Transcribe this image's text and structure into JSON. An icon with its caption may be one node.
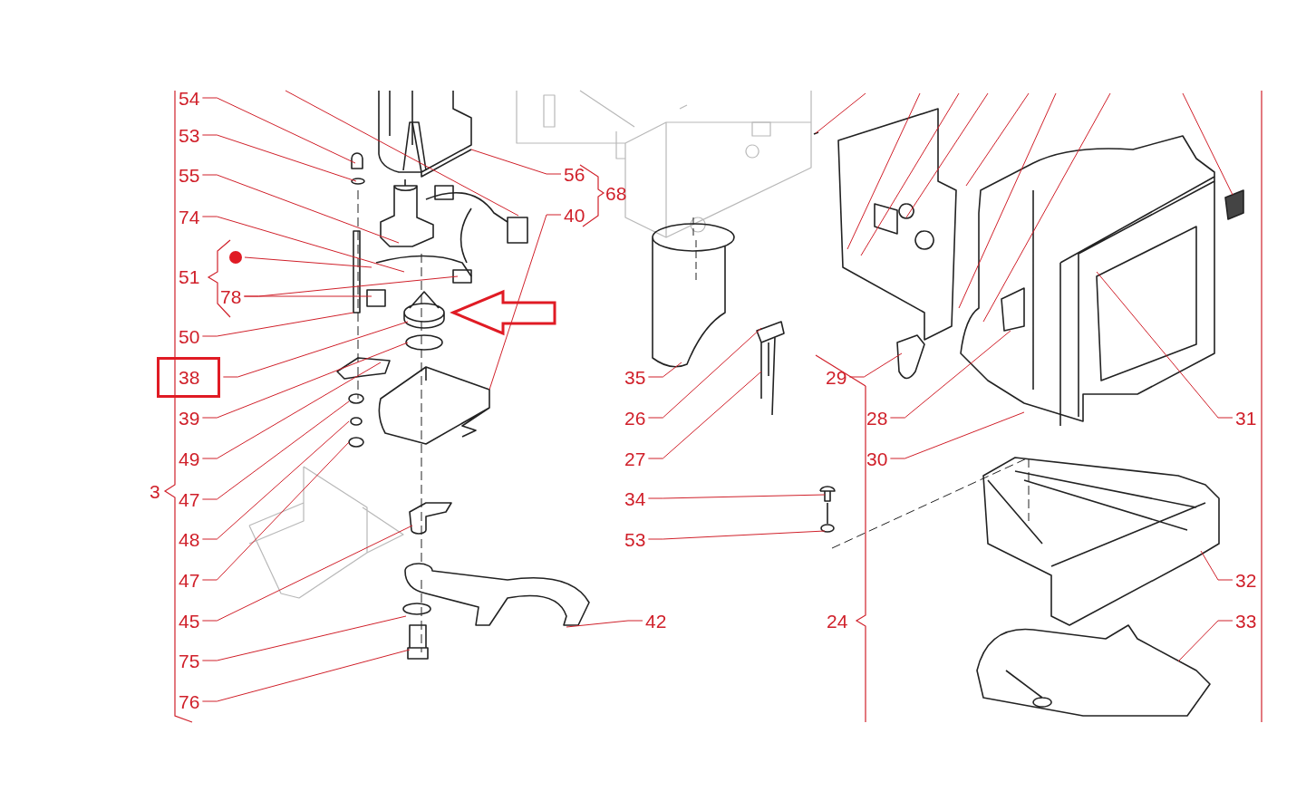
{
  "diagram": {
    "nodes": [
      {
        "text": [
          "54"
        ]
      },
      {
        "text": [
          "53"
        ]
      },
      {
        "text": [
          "55"
        ]
      },
      {
        "text": [
          "74"
        ]
      },
      {
        "text": [],
        "shape": "circle"
      },
      {
        "text": [
          "78"
        ]
      },
      {
        "text": [
          "50"
        ]
      },
      {
        "text": [
          "38"
        ]
      },
      {
        "text": [
          "39"
        ]
      },
      {
        "text": [
          "49"
        ]
      },
      {
        "text": [
          "47"
        ]
      },
      {
        "text": [
          "48"
        ]
      },
      {
        "text": [
          "47"
        ]
      },
      {
        "text": [
          "45"
        ]
      },
      {
        "text": [
          "75"
        ]
      },
      {
        "text": [
          "76"
        ]
      },
      {
        "text": [
          "56"
        ]
      },
      {
        "text": [
          "40"
        ]
      },
      {
        "text": [
          "42"
        ]
      },
      {
        "text": [
          "35"
        ]
      },
      {
        "text": [
          "26"
        ]
      },
      {
        "text": [
          "27"
        ]
      },
      {
        "text": [
          "34"
        ]
      },
      {
        "text": [
          "53"
        ]
      },
      {
        "text": [
          "29"
        ]
      },
      {
        "text": [
          "28"
        ]
      },
      {
        "text": [
          "30"
        ]
      },
      {
        "text": [
          "31"
        ]
      },
      {
        "text": [
          "32"
        ]
      },
      {
        "text": [
          "33"
        ]
      }
    ],
    "edges": [
      {
        "from": 0,
        "to": null,
        "arrow": "none"
      },
      {
        "from": 1,
        "to": null,
        "arrow": "none"
      },
      {
        "from": 2,
        "to": null,
        "arrow": "none"
      },
      {
        "from": 3,
        "to": null,
        "arrow": "none"
      },
      {
        "from": 4,
        "to": null,
        "arrow": "none"
      },
      {
        "from": 5,
        "to": null,
        "arrow": "none"
      },
      {
        "from": 5,
        "to": null,
        "arrow": "none"
      },
      {
        "from": 6,
        "to": null,
        "arrow": "none"
      },
      {
        "from": 7,
        "to": null,
        "arrow": "none"
      },
      {
        "from": 8,
        "to": null,
        "arrow": "none"
      },
      {
        "from": 9,
        "to": null,
        "arrow": "none"
      },
      {
        "from": 10,
        "to": null,
        "arrow": "none"
      },
      {
        "from": 11,
        "to": null,
        "arrow": "none"
      },
      {
        "from": 12,
        "to": null,
        "arrow": "none"
      },
      {
        "from": 13,
        "to": null,
        "arrow": "none"
      },
      {
        "from": 14,
        "to": null,
        "arrow": "none"
      },
      {
        "from": 15,
        "to": null,
        "arrow": "none"
      },
      {
        "from": 16,
        "to": null,
        "arrow": "none"
      },
      {
        "from": 17,
        "to": null,
        "arrow": "none"
      },
      {
        "from": 18,
        "to": null,
        "arrow": "none"
      },
      {
        "from": 19,
        "to": null,
        "arrow": "none"
      },
      {
        "from": 20,
        "to": null,
        "arrow": "none"
      },
      {
        "from": 21,
        "to": null,
        "arrow": "none"
      },
      {
        "from": 22,
        "to": null,
        "arrow": "none"
      },
      {
        "from": 23,
        "to": null,
        "arrow": "none"
      },
      {
        "from": 24,
        "to": null,
        "arrow": "none"
      },
      {
        "from": 25,
        "to": null,
        "arrow": "none"
      },
      {
        "from": 26,
        "to": null,
        "arrow": "none"
      },
      {
        "from": 27,
        "to": null,
        "arrow": "none"
      },
      {
        "from": 28,
        "to": null,
        "arrow": "none"
      },
      {
        "from": 29,
        "to": null,
        "arrow": "none"
      }
    ],
    "labels": [
      "51",
      "3",
      "68",
      "24"
    ]
  }
}
